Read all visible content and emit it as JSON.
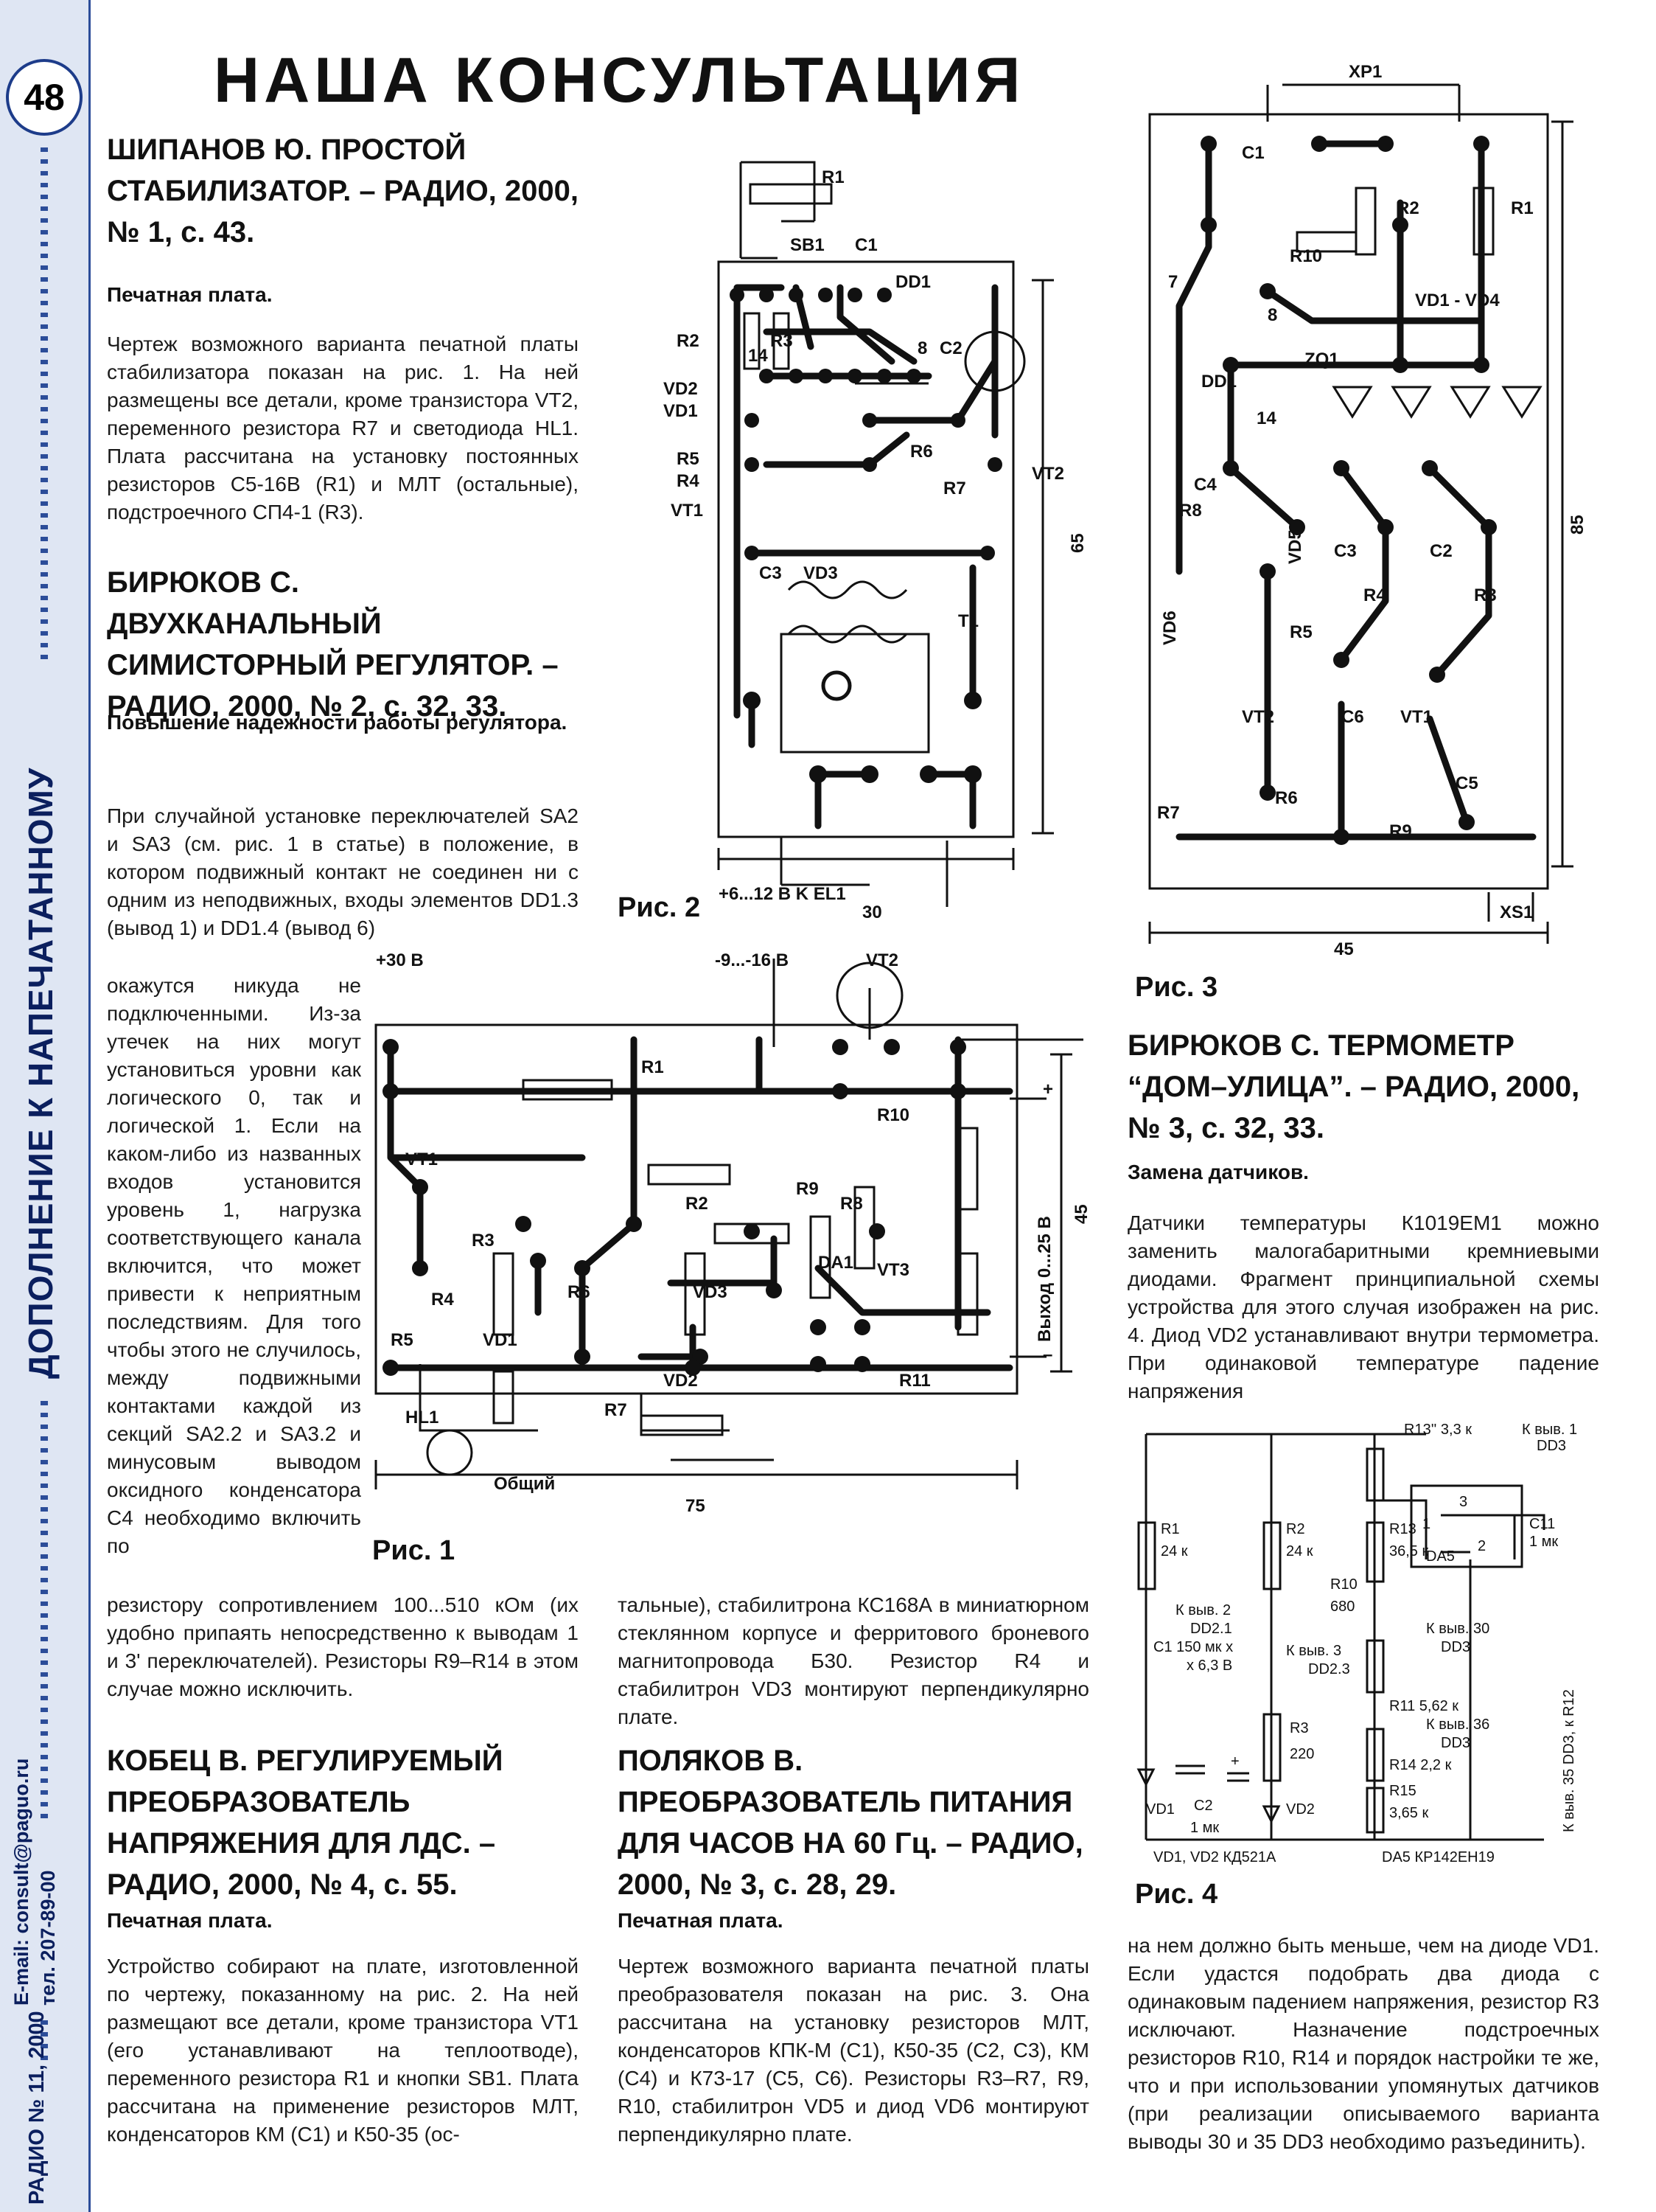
{
  "sidebar": {
    "page_number": "48",
    "section_title": "ДОПОЛНЕНИЕ К НАПЕЧАТАННОМУ",
    "email": "E-mail: consult@paguo.ru",
    "phone": "тел. 207-89-00",
    "issue": "РАДИО № 11, 2000"
  },
  "header": "НАША КОНСУЛЬТАЦИЯ",
  "articles": [
    {
      "title": "ШИПАНОВ Ю. ПРОСТОЙ СТАБИЛИЗАТОР. – РАДИО, 2000, № 1, с. 43.",
      "subtitle": "Печатная плата.",
      "body": "Чертеж возможного варианта печатной платы стабилизатора показан на рис. 1. На ней размещены все детали, кроме транзистора VT2, переменного резистора R7 и светодиода HL1. Плата рассчитана на установку постоянных резисторов С5-16В (R1) и МЛТ (остальные), подстроечного СП4-1 (R3)."
    },
    {
      "title": "БИРЮКОВ С. ДВУХКАНАЛЬНЫЙ СИМИСТОРНЫЙ РЕГУЛЯТОР. – РАДИО, 2000, № 2, с. 32, 33.",
      "subtitle": "Повышение надежности работы регулятора.",
      "body_1": "При случайной установке переключателей SA2 и SA3 (см. рис. 1 в статье) в положение, в котором подвижный контакт не соединен ни с одним из неподвижных, входы элементов DD1.3 (вывод 1) и DD1.4 (вывод 6)",
      "body_2": "окажутся никуда не подключенными. Из-за утечек на них могут установиться уровни как логического 0, так и логической 1. Если на каком-либо из названных входов установится уровень 1, нагрузка соответствующего канала включится, что может привести к неприятным последствиям. Для того чтобы этого не случилось, между подвижными контактами каждой из секций SA2.2 и SA3.2 и минусовым выводом оксидного конденсатора С4 необходимо включить по",
      "body_3": "резистору сопротивлением 100...510 кОм (их удобно припаять непосредственно к выводам 1 и 3' переключателей). Резисторы R9–R14 в этом случае можно исключить."
    },
    {
      "title": "КОБЕЦ В. РЕГУЛИРУЕМЫЙ ПРЕОБРАЗОВАТЕЛЬ НАПРЯЖЕНИЯ ДЛЯ ЛДС. – РАДИО, 2000, № 4, с. 55.",
      "subtitle": "Печатная плата.",
      "body_1": "Устройство собирают на плате, изготовленной по чертежу, показанному на рис. 2. На ней размещают все детали, кроме транзистора VT1 (его устанавливают на теплоотводе), переменного резистора R1 и кнопки SB1. Плата рассчитана на применение резисторов МЛТ, конденсаторов КМ (С1) и К50-35 (ос-",
      "body_2": "тальные), стабилитрона КС168А в миниатюрном стеклянном корпусе и ферритового броневого магнитопровода Б30. Резистор R4 и стабилитрон VD3 монтируют перпендикулярно плате."
    },
    {
      "title": "ПОЛЯКОВ В. ПРЕОБРАЗОВАТЕЛЬ ПИТАНИЯ ДЛЯ ЧАСОВ НА 60 Гц. – РАДИО, 2000, № 3, с. 28, 29.",
      "subtitle": "Печатная плата.",
      "body": "Чертеж возможного варианта печатной платы преобразователя показан на рис. 3. Она рассчитана на установку резисторов МЛТ, конденсаторов КПК-М (С1), К50-35 (С2, С3), КМ (С4) и К73-17 (С5, С6). Резисторы R3–R7, R9, R10, стабилитрон VD5 и диод VD6 монтируют перпендикулярно плате."
    },
    {
      "title": "БИРЮКОВ С. ТЕРМОМЕТР “ДОМ–УЛИЦА”. – РАДИО, 2000, № 3, с. 32, 33.",
      "subtitle": "Замена датчиков.",
      "body_1": "Датчики температуры К1019ЕМ1 можно заменить малогабаритными кремниевыми диодами. Фрагмент принципиальной схемы устройства для этого случая изображен на рис. 4. Диод VD2 устанавливают внутри термометра. При одинаковой температуре падение напряжения",
      "body_2": "на нем должно быть меньше, чем на диоде VD1. Если удастся подобрать два диода с одинаковым падением напряжения, резистор R3 исключают. Назначение подстроечных резисторов R10, R14 и порядок настройки те же, что и при использовании упомянутых датчиков (при реализации описываемого варианта выводы 30 и 35 DD3 необходимо разъединить)."
    }
  ],
  "figures": {
    "fig1": {
      "caption": "Рис. 1",
      "labels": {
        "plus30": "+30 В",
        "minus916": "-9...-16 В",
        "vt2": "VT2",
        "r1": "R1",
        "r10": "R10",
        "vt1": "VT1",
        "r2": "R2",
        "r9": "R9",
        "r8": "R8",
        "r3": "R3",
        "r4": "R4",
        "r6": "R6",
        "da1": "DA1",
        "vt3": "VT3",
        "vd3": "VD3",
        "r5": "R5",
        "vd1": "VD1",
        "vd2": "VD2",
        "r11": "R11",
        "hl1": "HL1",
        "common": "Общий",
        "r7": "R7",
        "dim75": "75",
        "dim45": "45",
        "vout": "Выход 0...25 В",
        "plus": "+",
        "minus": "–"
      }
    },
    "fig2": {
      "caption": "Рис. 2",
      "labels": {
        "r1": "R1",
        "sb1": "SB1",
        "c1": "C1",
        "dd1": "DD1",
        "r2": "R2",
        "r3": "R3",
        "n14": "14",
        "n8": "8",
        "c2": "C2",
        "vd2": "VD2",
        "vd1": "VD1",
        "vt2": "VT2",
        "r5": "R5",
        "r4": "R4",
        "r6": "R6",
        "r7": "R7",
        "vt1": "VT1",
        "c3": "C3",
        "vd3": "VD3",
        "t1": "T1",
        "dim65": "65",
        "dim30": "30",
        "bottom": "+6...12 В  K EL1"
      }
    },
    "fig3": {
      "caption": "Рис. 3",
      "labels": {
        "xp1": "XP1",
        "c1": "C1",
        "r2": "R2",
        "r1": "R1",
        "r10": "R10",
        "n7": "7",
        "n8": "8",
        "vd": "VD1 - VD4",
        "zq1": "ZQ1",
        "dd1": "DD1",
        "n14": "14",
        "c4": "C4",
        "r8": "R8",
        "vd5": "VD5",
        "c3": "C3",
        "c2": "C2",
        "r4": "R4",
        "r3": "R3",
        "vd6": "VD6",
        "r5": "R5",
        "vt2": "VT2",
        "c6": "C6",
        "vt1": "VT1",
        "r7": "R7",
        "r6": "R6",
        "c5": "C5",
        "r9": "R9",
        "xs1": "XS1",
        "dim85": "85",
        "dim45": "45"
      }
    },
    "fig4": {
      "caption": "Рис. 4",
      "labels": {
        "r13s": "R13'' 3,3 к",
        "kvyv1": "К выв. 1",
        "dd3a": "DD3",
        "r1": "R1",
        "r1v": "24 к",
        "r2": "R2",
        "r2v": "24 к",
        "r13": "R13",
        "r13v": "36,5 к",
        "n3": "3",
        "n1": "1",
        "n2": "2",
        "c11": "C11",
        "c11v": "1 мк",
        "da5": "DA5",
        "kv2": "К выв. 2",
        "dd21": "DD2.1",
        "c1": "C1 150 мк х",
        "c1b": "х 6,3 В",
        "r10": "R10",
        "r10v": "680",
        "kv30": "К выв. 30",
        "dd3b": "DD3",
        "kv3": "К выв. 3",
        "dd23": "DD2.3",
        "r11": "R11 5,62 к",
        "kv36": "К выв. 36",
        "dd3c": "DD3",
        "r3": "R3",
        "r3v": "220",
        "r14": "R14 2,2 к",
        "r15": "R15",
        "r15v": "3,65 к",
        "vd1": "VD1",
        "c2": "C2",
        "c2v": "1 мк",
        "vd2": "VD2",
        "plus": "+",
        "kv35": "К выв. 35 DD3, к R12",
        "bottom_left": "VD1, VD2 КД521А",
        "bottom_right": "DA5 КР142ЕН19"
      }
    }
  }
}
